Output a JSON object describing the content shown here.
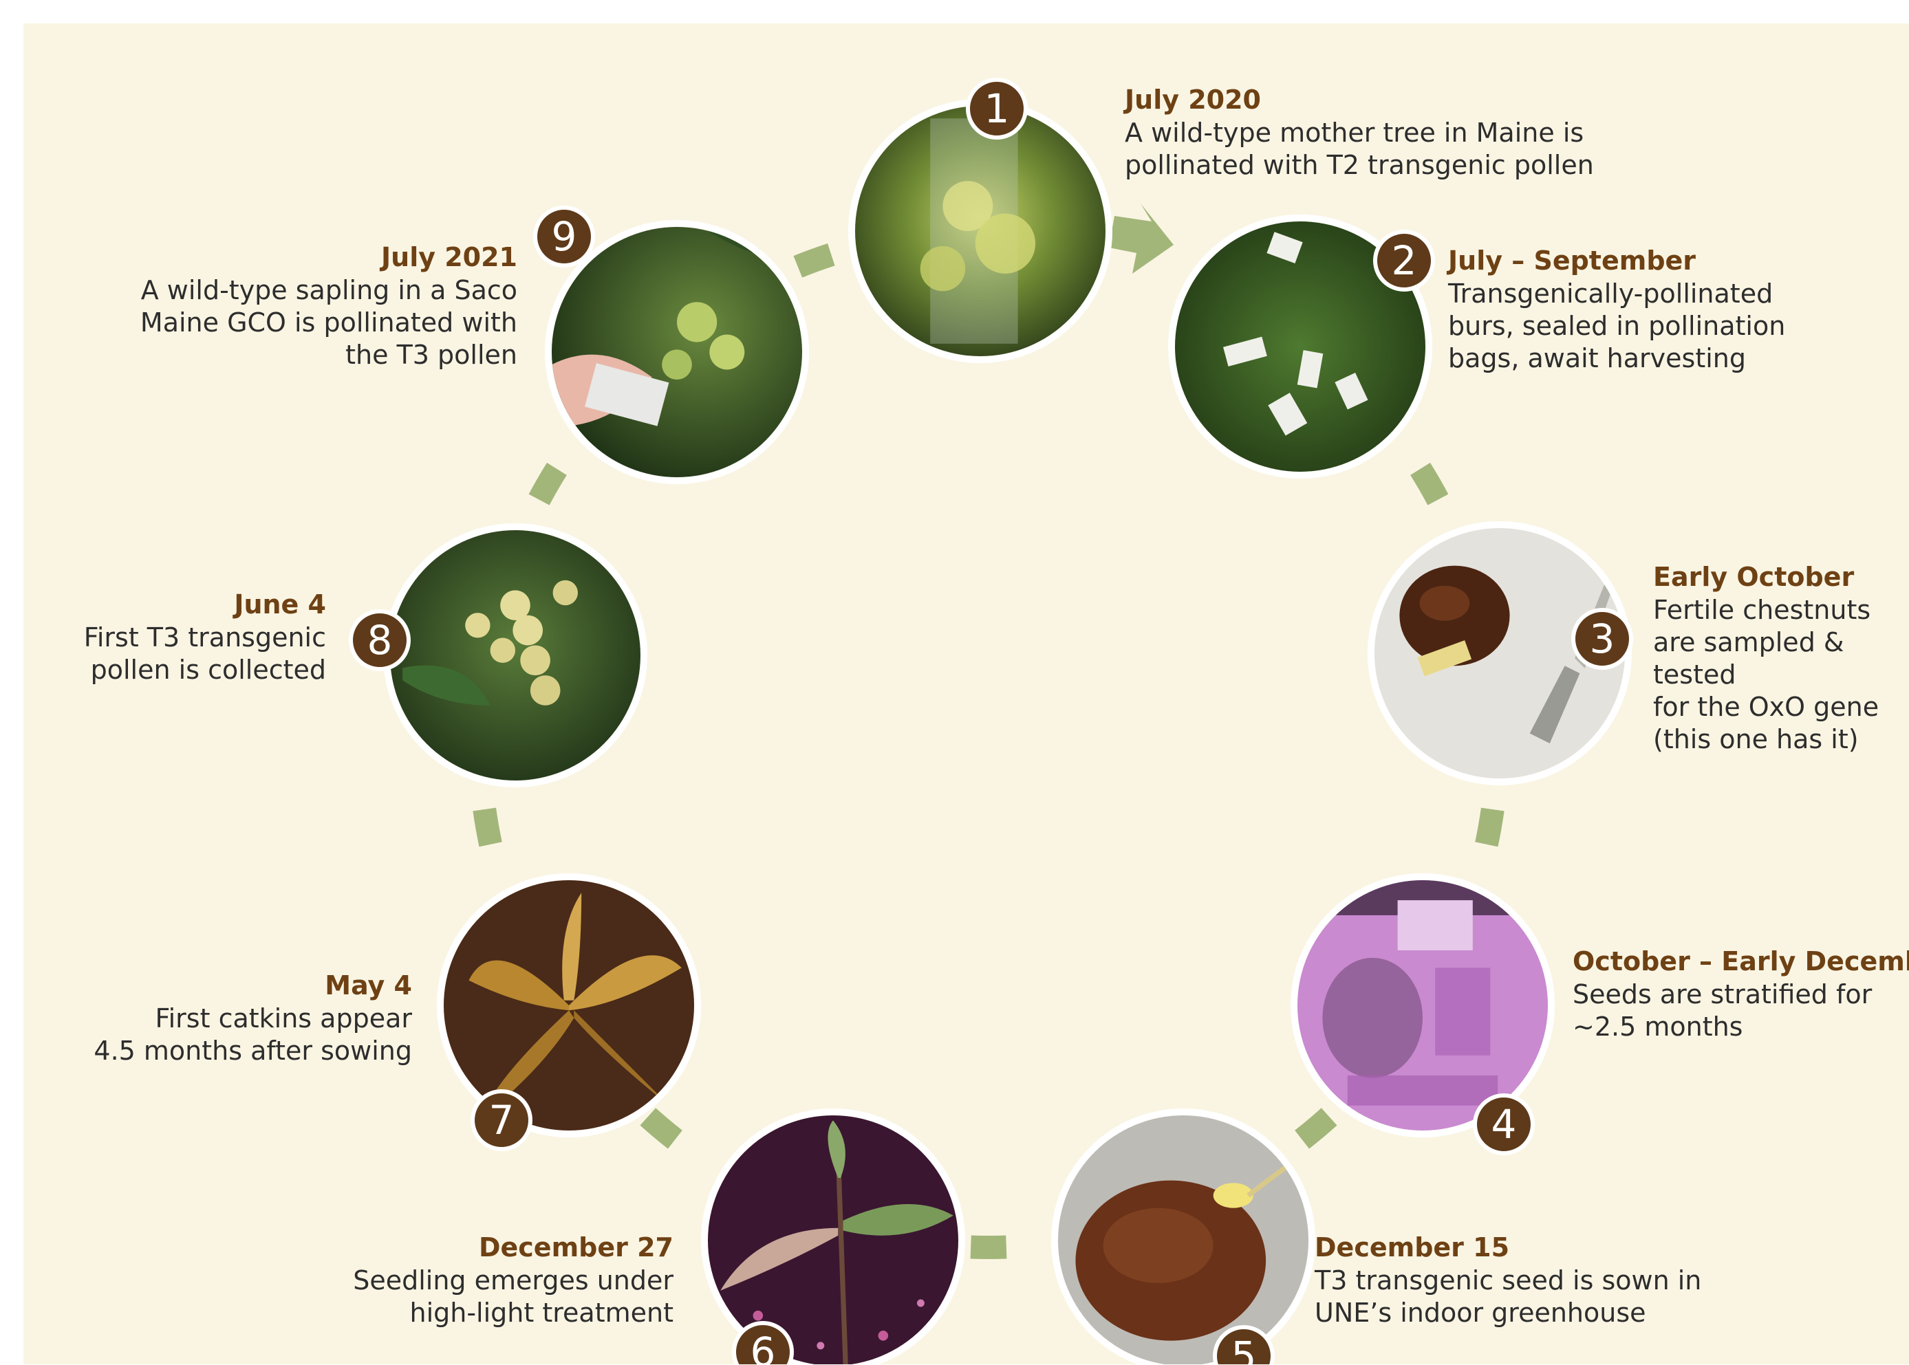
{
  "colors": {
    "background": "#faf5e3",
    "ring": "#a3b67a",
    "badge": "#5e3a1a",
    "date_text": "#6e4114",
    "desc_text": "#2d2d2d"
  },
  "steps": [
    {
      "number": "1",
      "date": "July 2020",
      "description": "A wild-type mother tree in Maine is\npollinated with T2 transgenic pollen",
      "photo": "chestnut-flower-photo"
    },
    {
      "number": "2",
      "date": "July – September",
      "description": "Transgenically-pollinated\nburs, sealed in pollination\nbags, await harvesting",
      "photo": "pollination-bags-photo"
    },
    {
      "number": "3",
      "date": "Early October",
      "description": "Fertile chestnuts\nare sampled & tested\nfor the OxO gene\n(this one has it)",
      "photo": "chestnut-sample-photo"
    },
    {
      "number": "4",
      "date": "October – Early December",
      "description": "Seeds are stratified for\n~2.5 months",
      "photo": "refrigerator-photo"
    },
    {
      "number": "5",
      "date": "December 15",
      "description": "T3 transgenic seed is sown in\nUNE’s indoor greenhouse",
      "photo": "sprouting-seed-photo"
    },
    {
      "number": "6",
      "date": "December 27",
      "description": "Seedling emerges under\nhigh-light treatment",
      "photo": "seedling-photo"
    },
    {
      "number": "7",
      "date": "May 4",
      "description": "First catkins appear\n4.5 months after sowing",
      "photo": "young-leaves-photo"
    },
    {
      "number": "8",
      "date": "June 4",
      "description": "First T3 transgenic\npollen is collected",
      "photo": "catkins-photo"
    },
    {
      "number": "9",
      "date": "July 2021",
      "description": "A wild-type sapling in a Saco\nMaine GCO is pollinated with\nthe T3 pollen",
      "photo": "hand-pollination-photo"
    }
  ]
}
